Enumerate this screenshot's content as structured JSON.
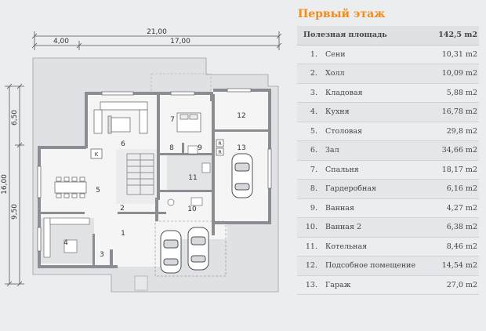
{
  "dimensions": {
    "top_total": "21,00",
    "top_left": "4,00",
    "top_right": "17,00",
    "side_total": "16,00",
    "side_upper": "6,50",
    "side_lower": "9,50"
  },
  "rooms": [
    {
      "id": "1",
      "label": "1"
    },
    {
      "id": "2",
      "label": "2"
    },
    {
      "id": "3",
      "label": "3"
    },
    {
      "id": "4",
      "label": "4"
    },
    {
      "id": "5",
      "label": "5"
    },
    {
      "id": "6",
      "label": "6"
    },
    {
      "id": "7",
      "label": "7"
    },
    {
      "id": "8",
      "label": "8"
    },
    {
      "id": "9",
      "label": "9"
    },
    {
      "id": "10",
      "label": "10"
    },
    {
      "id": "11",
      "label": "11"
    },
    {
      "id": "12",
      "label": "12"
    },
    {
      "id": "13",
      "label": "13"
    }
  ],
  "fixture_marks": {
    "k": "K",
    "r1": "R",
    "r2": "R"
  },
  "panel": {
    "title": "Первый этаж",
    "header_label": "Полезная площадь",
    "header_value": "142,5 m2",
    "rows": [
      {
        "num": "1.",
        "name": "Сени",
        "area": "10,31 m2"
      },
      {
        "num": "2.",
        "name": "Холл",
        "area": "10,09 m2"
      },
      {
        "num": "3.",
        "name": "Кладовая",
        "area": "5,88 m2"
      },
      {
        "num": "4.",
        "name": "Кухня",
        "area": "16,78 m2"
      },
      {
        "num": "5.",
        "name": "Столовая",
        "area": "29,8 m2"
      },
      {
        "num": "6.",
        "name": "Зал",
        "area": "34,66 m2"
      },
      {
        "num": "7.",
        "name": "Спальня",
        "area": "18,17 m2"
      },
      {
        "num": "8.",
        "name": "Гардеробная",
        "area": "6,16 m2"
      },
      {
        "num": "9.",
        "name": "Ванная",
        "area": "4,27 m2"
      },
      {
        "num": "10.",
        "name": "Ванная 2",
        "area": "6,38 m2"
      },
      {
        "num": "11.",
        "name": "Котельная",
        "area": "8,46 m2"
      },
      {
        "num": "12.",
        "name": "Подсобное помещение",
        "area": "14,54 m2"
      },
      {
        "num": "13.",
        "name": "Гараж",
        "area": "27,0 m2"
      }
    ]
  },
  "colors": {
    "background": "#ecedef",
    "title_accent": "#f08c1a",
    "walls": "#8a8d92",
    "floor": "#f5f5f5"
  }
}
